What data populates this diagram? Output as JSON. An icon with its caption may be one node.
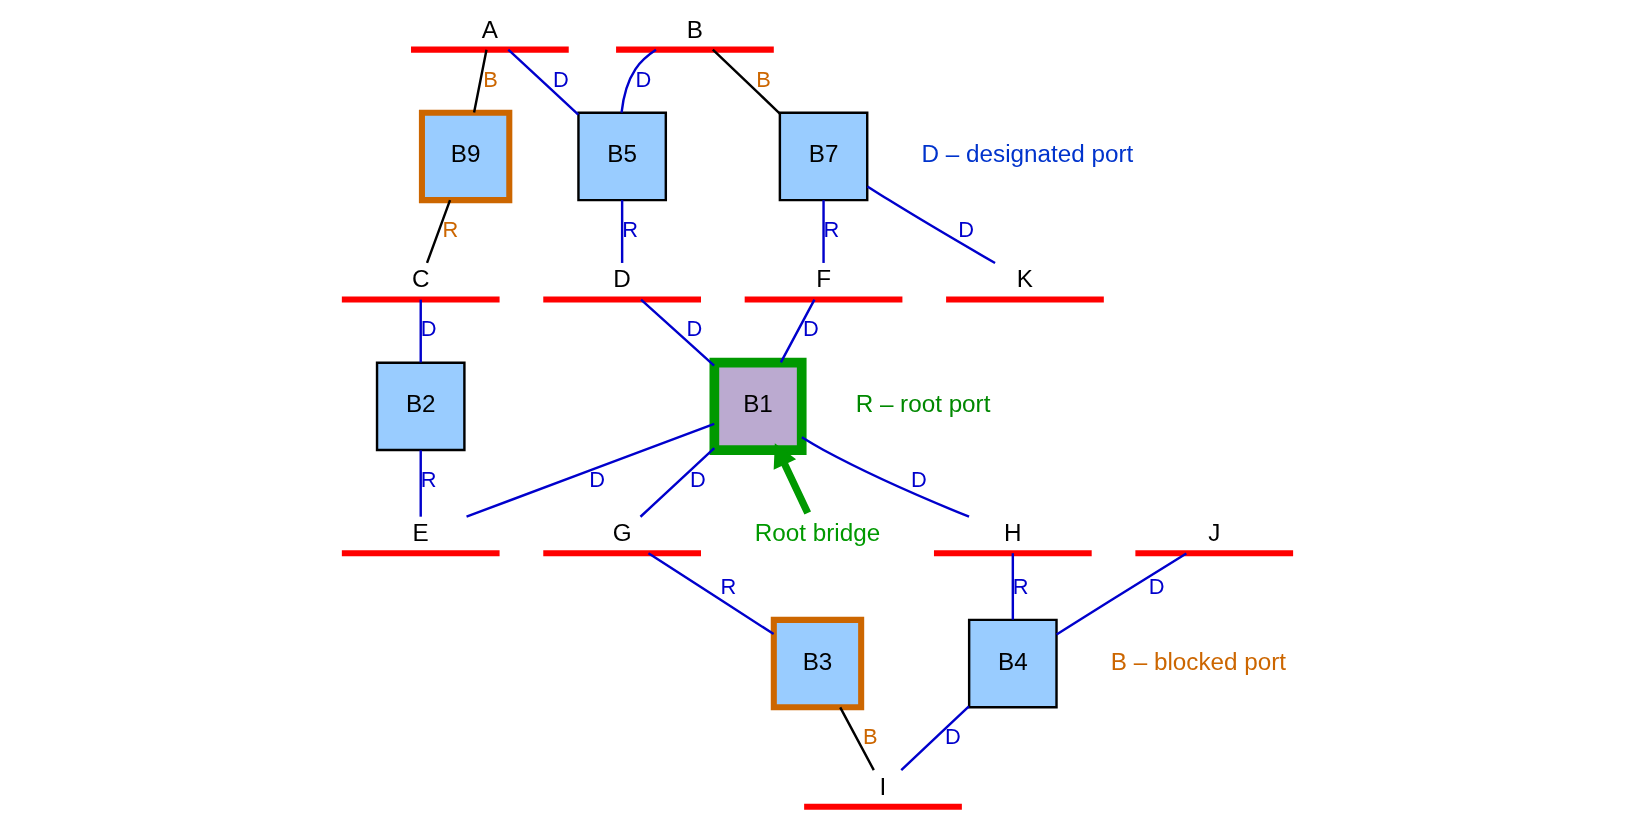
{
  "diagram": {
    "nodes": [
      {
        "text": [
          "A"
        ]
      },
      {
        "text": [
          "B"
        ]
      },
      {
        "text": [
          "B9"
        ]
      },
      {
        "text": [
          "B5"
        ]
      },
      {
        "text": [
          "B7"
        ]
      },
      {
        "text": [
          "C"
        ]
      },
      {
        "text": [
          "D"
        ]
      },
      {
        "text": [
          "F"
        ]
      },
      {
        "text": [
          "K"
        ]
      },
      {
        "text": [
          "B2"
        ]
      },
      {
        "text": [
          "B1"
        ]
      },
      {
        "text": [
          "E"
        ]
      },
      {
        "text": [
          "J"
        ]
      },
      {
        "text": [
          "G"
        ]
      },
      {
        "text": [
          "Root bridge"
        ]
      },
      {
        "text": [
          "H"
        ]
      },
      {
        "text": [
          "B3"
        ]
      },
      {
        "text": [
          "B4"
        ]
      },
      {
        "text": [
          "I"
        ]
      }
    ],
    "edges": [
      {
        "from": 2,
        "to": 0,
        "arrow": "none",
        "label": "B",
        "color": "#000000"
      },
      {
        "from": 2,
        "to": 5,
        "arrow": "none",
        "label": "R",
        "color": "#000000"
      },
      {
        "from": 3,
        "to": 0,
        "arrow": "none",
        "label": "D"
      },
      {
        "from": 3,
        "to": 1,
        "arrow": "none",
        "label": "D"
      },
      {
        "from": 3,
        "to": 6,
        "arrow": "none",
        "label": "R"
      },
      {
        "from": 4,
        "to": 1,
        "arrow": "none",
        "label": "B",
        "color": "#000000"
      },
      {
        "from": 4,
        "to": 8,
        "arrow": "none",
        "label": "D"
      },
      {
        "from": 4,
        "to": 7,
        "arrow": "none",
        "label": "R"
      },
      {
        "from": 9,
        "to": 5,
        "arrow": "none",
        "label": "D"
      },
      {
        "from": 9,
        "to": 11,
        "arrow": "none",
        "label": "R"
      },
      {
        "from": 10,
        "to": 6,
        "arrow": "none",
        "label": "D"
      },
      {
        "from": 10,
        "to": 11,
        "arrow": "none",
        "label": "D"
      },
      {
        "from": 10,
        "to": 7,
        "arrow": "none",
        "label": "D"
      },
      {
        "from": 10,
        "to": 13,
        "arrow": "none",
        "label": "D"
      },
      {
        "from": 10,
        "to": 15,
        "arrow": "none",
        "label": "D"
      },
      {
        "from": 14,
        "to": 10,
        "arrow": "to",
        "style": "thick",
        "color": "#009900"
      },
      {
        "from": 16,
        "to": 13,
        "arrow": "none",
        "label": "R"
      },
      {
        "from": 16,
        "to": 18,
        "arrow": "none",
        "label": "B",
        "color": "#000000"
      },
      {
        "from": 17,
        "to": 15,
        "arrow": "none",
        "label": "R"
      },
      {
        "from": 17,
        "to": 12,
        "arrow": "none",
        "label": "D"
      },
      {
        "from": 17,
        "to": 18,
        "arrow": "none",
        "label": "D"
      }
    ],
    "labels": [
      "D – designated port",
      "R – root port",
      "B – blocked port"
    ]
  }
}
